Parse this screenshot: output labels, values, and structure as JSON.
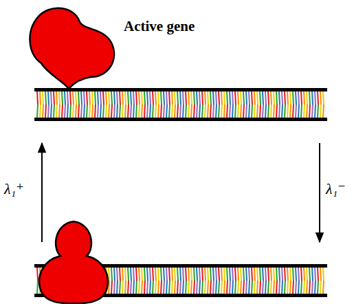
{
  "diagram": {
    "labels": [
      "Active gene",
      "λ₁⁺",
      "λ₁⁻"
    ]
  }
}
